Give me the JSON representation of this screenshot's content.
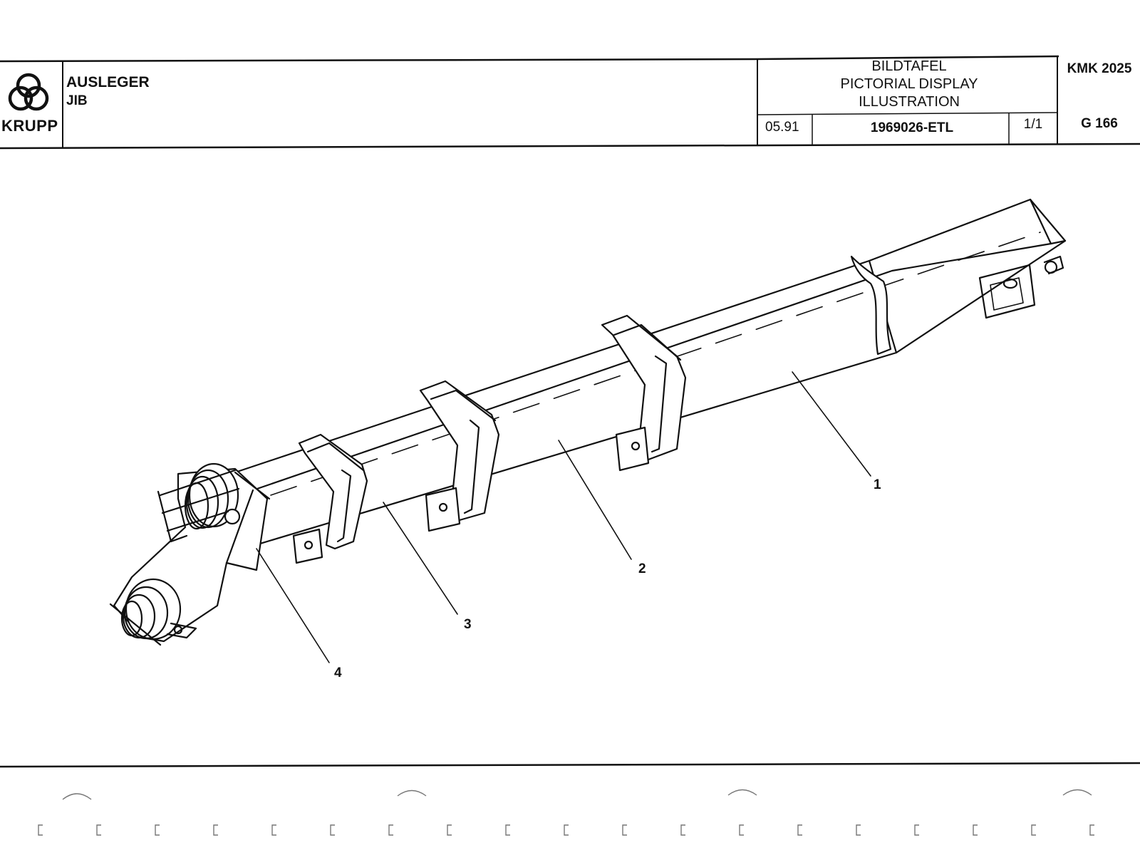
{
  "header": {
    "logo_text": "KRUPP",
    "title_de": "AUSLEGER",
    "title_en": "JIB",
    "display_type_lines": [
      "BILDTAFEL",
      "PICTORIAL DISPLAY",
      "ILLUSTRATION"
    ],
    "date": "05.91",
    "document_number": "1969026-ETL",
    "sheet": "1/1",
    "model": "KMK 2025",
    "page_code": "G 166"
  },
  "illustration": {
    "subject": "jib-assembly",
    "callouts": [
      "1",
      "2",
      "3",
      "4"
    ]
  }
}
